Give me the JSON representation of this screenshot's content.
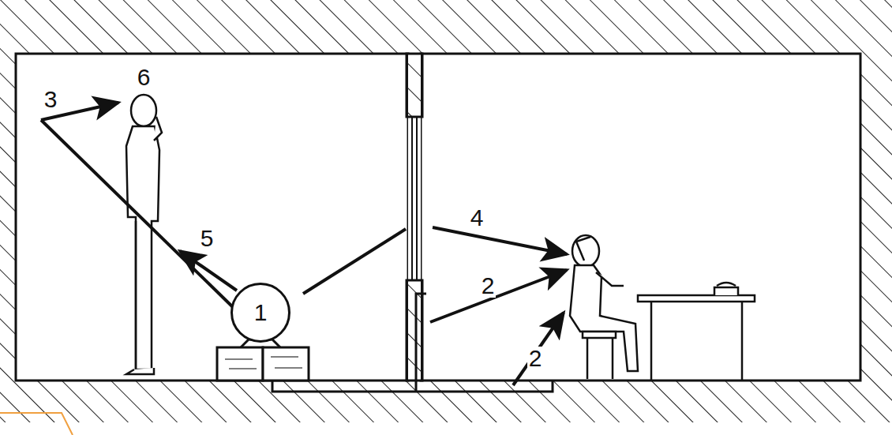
{
  "diagram": {
    "nodes": [
      {
        "text": [
          "1"
        ]
      }
    ],
    "labels": [
      "6",
      "3",
      "5",
      "4",
      "2",
      "2"
    ]
  }
}
